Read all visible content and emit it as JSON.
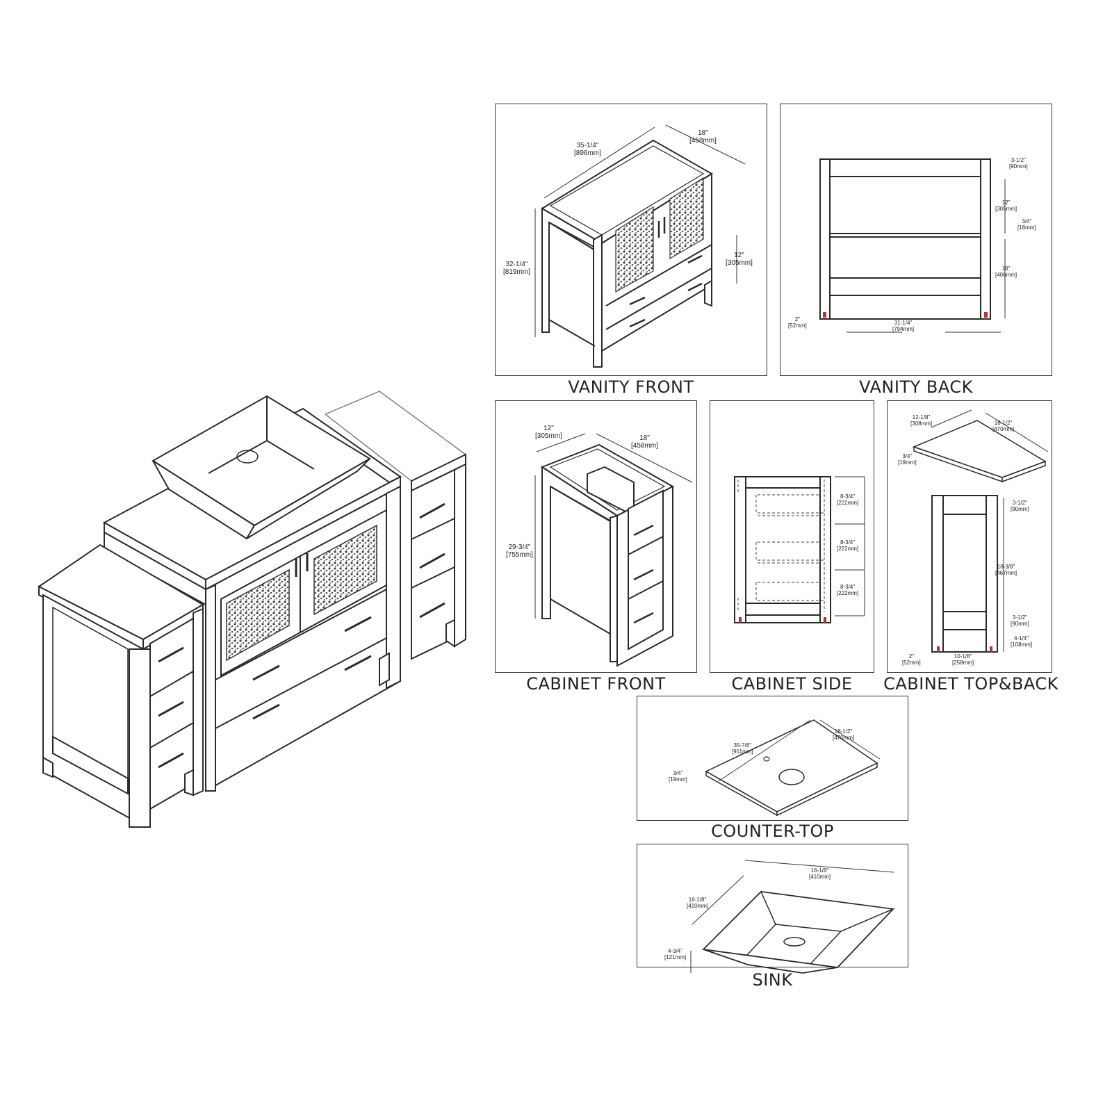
{
  "colors": {
    "line": "#2a2a2a",
    "background": "#ffffff",
    "leveling_foot": "#b5332a",
    "glass_texture": "#555555"
  },
  "main_illustration": {
    "label": "Vanity set isometric: vessel sink, counter-top, main vanity with two textured glass doors and two drawers, two side cabinets with three drawers each"
  },
  "panels": {
    "vanity_front": {
      "title": "VANITY FRONT",
      "dims": {
        "width": {
          "in": "35-1/4\"",
          "mm": "[896mm]"
        },
        "depth": {
          "in": "18\"",
          "mm": "[458mm]"
        },
        "height": {
          "in": "32-1/4\"",
          "mm": "[819mm]"
        },
        "door_height": {
          "in": "12\"",
          "mm": "[305mm]"
        }
      }
    },
    "vanity_back": {
      "title": "VANITY BACK",
      "dims": {
        "top_rail": {
          "in": "3-1/2\"",
          "mm": "[90mm]"
        },
        "upper_opening": {
          "in": "12\"",
          "mm": "[305mm]"
        },
        "shelf": {
          "in": "3/4\"",
          "mm": "[18mm]"
        },
        "lower_opening": {
          "in": "16\"",
          "mm": "[406mm]"
        },
        "leg": {
          "in": "2\"",
          "mm": "[52mm]"
        },
        "inner_width": {
          "in": "31-1/4\"",
          "mm": "[794mm]"
        }
      }
    },
    "cabinet_front": {
      "title": "CABINET FRONT",
      "dims": {
        "width": {
          "in": "12\"",
          "mm": "[305mm]"
        },
        "depth": {
          "in": "18\"",
          "mm": "[458mm]"
        },
        "height": {
          "in": "29-3/4\"",
          "mm": "[755mm]"
        }
      }
    },
    "cabinet_side": {
      "title": "CABINET SIDE",
      "dims": {
        "drawer_1": {
          "in": "8-3/4\"",
          "mm": "[222mm]"
        },
        "drawer_2": {
          "in": "8-3/4\"",
          "mm": "[222mm]"
        },
        "drawer_3": {
          "in": "8-3/4\"",
          "mm": "[222mm]"
        }
      }
    },
    "cabinet_top_back": {
      "title": "CABINET TOP&BACK",
      "dims": {
        "top_width": {
          "in": "12-1/8\"",
          "mm": "[308mm]"
        },
        "top_depth": {
          "in": "18-1/2\"",
          "mm": "[470mm]"
        },
        "top_thickness": {
          "in": "3/4\"",
          "mm": "[19mm]"
        },
        "top_rail": {
          "in": "3-1/2\"",
          "mm": "[90mm]"
        },
        "opening": {
          "in": "18-3/8\"",
          "mm": "[467mm]"
        },
        "bottom_rail": {
          "in": "3-1/2\"",
          "mm": "[90mm]"
        },
        "leg_height": {
          "in": "4-1/4\"",
          "mm": "[108mm]"
        },
        "leg": {
          "in": "2\"",
          "mm": "[52mm]"
        },
        "inner_width": {
          "in": "10-1/8\"",
          "mm": "[258mm]"
        }
      }
    },
    "counter_top": {
      "title": "COUNTER-TOP",
      "dims": {
        "width": {
          "in": "35-7/8\"",
          "mm": "[911mm]"
        },
        "depth": {
          "in": "18-1/2\"",
          "mm": "[470mm]"
        },
        "thickness": {
          "in": "3/4\"",
          "mm": "[19mm]"
        }
      }
    },
    "sink": {
      "title": "SINK",
      "dims": {
        "width": {
          "in": "16-1/8\"",
          "mm": "[410mm]"
        },
        "depth": {
          "in": "16-1/8\"",
          "mm": "[410mm]"
        },
        "height": {
          "in": "4-3/4\"",
          "mm": "[121mm]"
        }
      }
    }
  }
}
